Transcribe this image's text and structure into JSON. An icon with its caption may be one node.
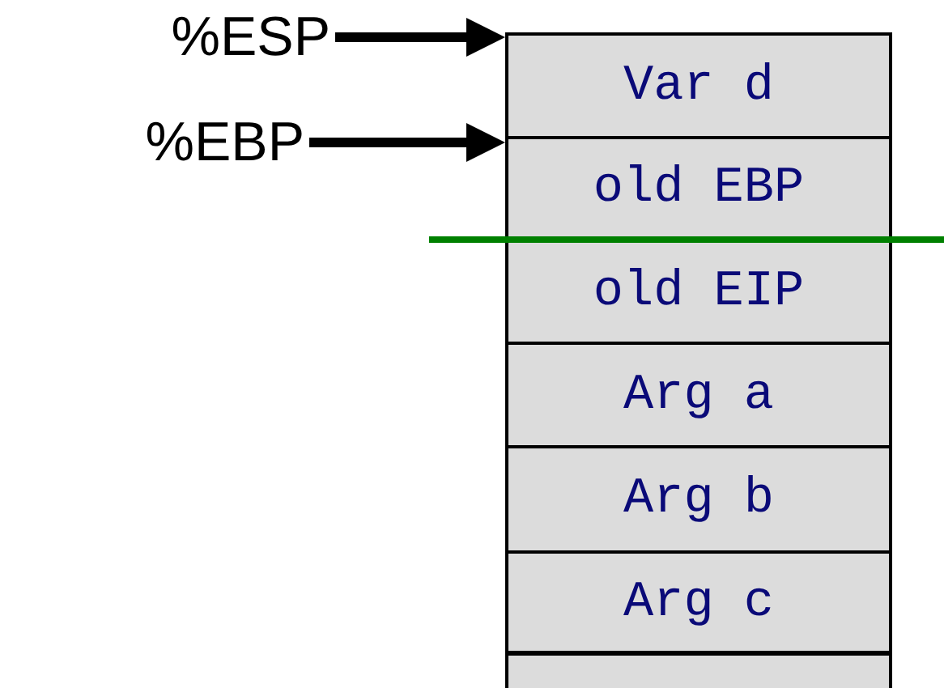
{
  "diagram": {
    "nodes": [
      {
        "text": [
          "%ESP"
        ]
      },
      {
        "text": [
          "%EBP"
        ]
      },
      {
        "text": [
          "Var d"
        ]
      },
      {
        "text": [
          "old EBP"
        ]
      },
      {
        "text": [
          "old EIP"
        ]
      },
      {
        "text": [
          "Arg a"
        ]
      },
      {
        "text": [
          "Arg b"
        ]
      },
      {
        "text": [
          "Arg c"
        ]
      },
      {
        "text": [],
        "shape": "box"
      }
    ],
    "edges": [
      {
        "from": 0,
        "to": 2,
        "arrow": "to"
      },
      {
        "from": 1,
        "to": 3,
        "arrow": "to"
      }
    ]
  }
}
